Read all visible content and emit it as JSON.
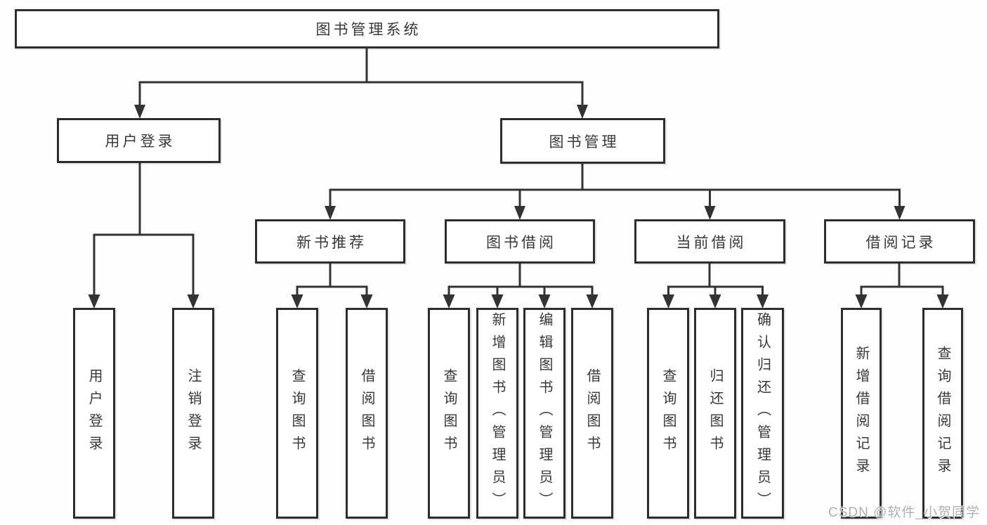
{
  "colors": {
    "line": "#333333",
    "box_border": "#2d2d2d",
    "text": "#383838",
    "watermark": "#a6abb0",
    "background": "#fdfdfd"
  },
  "watermark": {
    "text": "CSDN @软件_小贺同学"
  },
  "nodes": {
    "root": {
      "label": "图书管理系统"
    },
    "branches": [
      {
        "id": "user-login",
        "label": "用户登录"
      },
      {
        "id": "book-management",
        "label": "图书管理"
      }
    ],
    "modules": [
      {
        "id": "new-book-recommend",
        "label": "新书推荐"
      },
      {
        "id": "book-borrowing",
        "label": "图书借阅"
      },
      {
        "id": "current-borrowing",
        "label": "当前借阅"
      },
      {
        "id": "borrowing-records",
        "label": "借阅记录"
      }
    ],
    "functions": [
      {
        "id": "leaf-user-login",
        "label": "用户登录"
      },
      {
        "id": "leaf-logout-login",
        "label": "注销登录"
      },
      {
        "id": "leaf-query-books-recommend",
        "label": "查询图书"
      },
      {
        "id": "leaf-borrow-books-recommend",
        "label": "借阅图书"
      },
      {
        "id": "leaf-query-books-borrowing",
        "label": "查询图书"
      },
      {
        "id": "leaf-add-book-admin",
        "label": "新增图书（管理员）"
      },
      {
        "id": "leaf-edit-book-admin",
        "label": "编辑图书（管理员）"
      },
      {
        "id": "leaf-borrow-books-borrowing",
        "label": "借阅图书"
      },
      {
        "id": "leaf-query-books-current",
        "label": "查询图书"
      },
      {
        "id": "leaf-return-book",
        "label": "归还图书"
      },
      {
        "id": "leaf-confirm-return-admin",
        "label": "确认归还（管理员）"
      },
      {
        "id": "leaf-add-borrow-record",
        "label": "新增借阅记录"
      },
      {
        "id": "leaf-query-borrow-record",
        "label": "查询借阅记录"
      }
    ]
  }
}
